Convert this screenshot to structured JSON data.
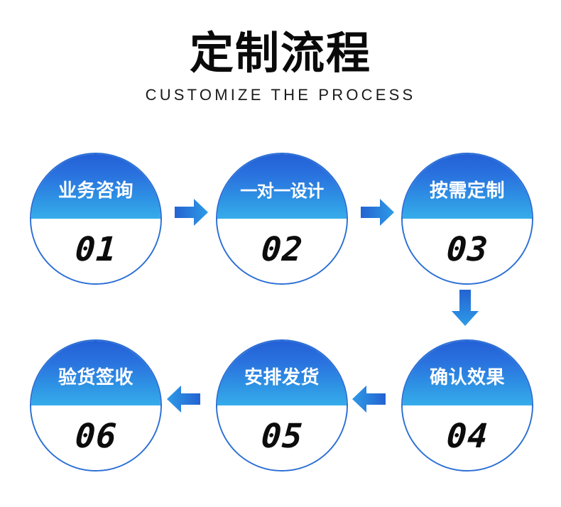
{
  "header": {
    "title": "定制流程",
    "subtitle": "CUSTOMIZE THE PROCESS"
  },
  "theme": {
    "gradient_top": "#2360D6",
    "gradient_bottom": "#36ACEA",
    "border": "#2B6FD5",
    "arrow_start": "#2463D2",
    "arrow_end": "#2E9BE6",
    "number_color": "#0C0C0C",
    "label_color": "#FFFFFF",
    "background": "#FFFFFF"
  },
  "flow": {
    "steps": [
      {
        "number": "01",
        "label": "业务咨询"
      },
      {
        "number": "02",
        "label": "一对一设计"
      },
      {
        "number": "03",
        "label": "按需定制"
      },
      {
        "number": "04",
        "label": "确认效果"
      },
      {
        "number": "05",
        "label": "安排发货"
      },
      {
        "number": "06",
        "label": "验货签收"
      }
    ],
    "connectors": [
      {
        "from": "01",
        "to": "02",
        "direction": "right"
      },
      {
        "from": "02",
        "to": "03",
        "direction": "right"
      },
      {
        "from": "03",
        "to": "04",
        "direction": "down"
      },
      {
        "from": "04",
        "to": "05",
        "direction": "left"
      },
      {
        "from": "05",
        "to": "06",
        "direction": "left"
      }
    ]
  }
}
